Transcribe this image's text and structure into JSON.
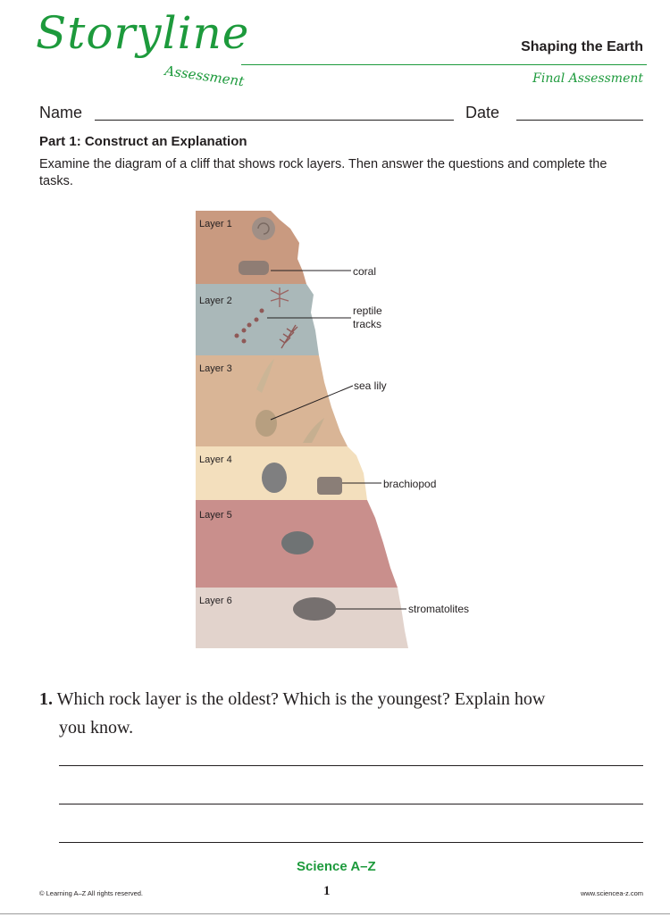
{
  "header": {
    "logo_word": "Storyline",
    "logo_sub": "Assessment",
    "unit_title": "Shaping the Earth",
    "assessment_label": "Final Assessment",
    "accent_color": "#1d9a3c"
  },
  "fields": {
    "name_label": "Name",
    "date_label": "Date"
  },
  "part": {
    "heading": "Part 1: Construct an Explanation",
    "instructions": "Examine the diagram of a cliff that shows rock layers. Then answer the questions and complete the tasks."
  },
  "diagram": {
    "layers": [
      {
        "label": "Layer 6",
        "color": "#e2d3cc"
      },
      {
        "label": "Layer 5",
        "color": "#c98f8c"
      },
      {
        "label": "Layer 4",
        "color": "#f3dfbd"
      },
      {
        "label": "Layer 3",
        "color": "#d9b596"
      },
      {
        "label": "Layer 2",
        "color": "#aab8b9"
      },
      {
        "label": "Layer 1",
        "color": "#c99a80"
      }
    ],
    "fossil_labels": {
      "coral": "coral",
      "reptile_tracks_line1": "reptile",
      "reptile_tracks_line2": "tracks",
      "sea_lily": "sea lily",
      "brachiopod": "brachiopod",
      "stromatolites": "stromatolites"
    }
  },
  "question": {
    "number": "1.",
    "text_line1": "Which rock layer is the oldest? Which is the youngest? Explain how",
    "text_line2": "you know."
  },
  "footer": {
    "brand": "Science A–Z",
    "copyright": "© Learning A–Z All rights reserved.",
    "page_number": "1",
    "website": "www.sciencea-z.com"
  }
}
